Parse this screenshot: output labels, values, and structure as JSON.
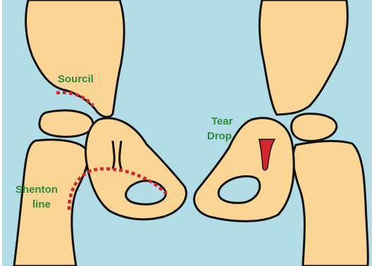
{
  "labels": {
    "sourcil": "Sourcil",
    "tear_drop_line1": "Tear",
    "tear_drop_line2": "Drop",
    "shenton_line1": "Shenton",
    "shenton_line2": "line"
  },
  "colors": {
    "background": "#b3dde6",
    "bone": "#fbd593",
    "outline": "#111111",
    "label_text": "#2e8b3a",
    "marker_red": "#d7262b"
  }
}
